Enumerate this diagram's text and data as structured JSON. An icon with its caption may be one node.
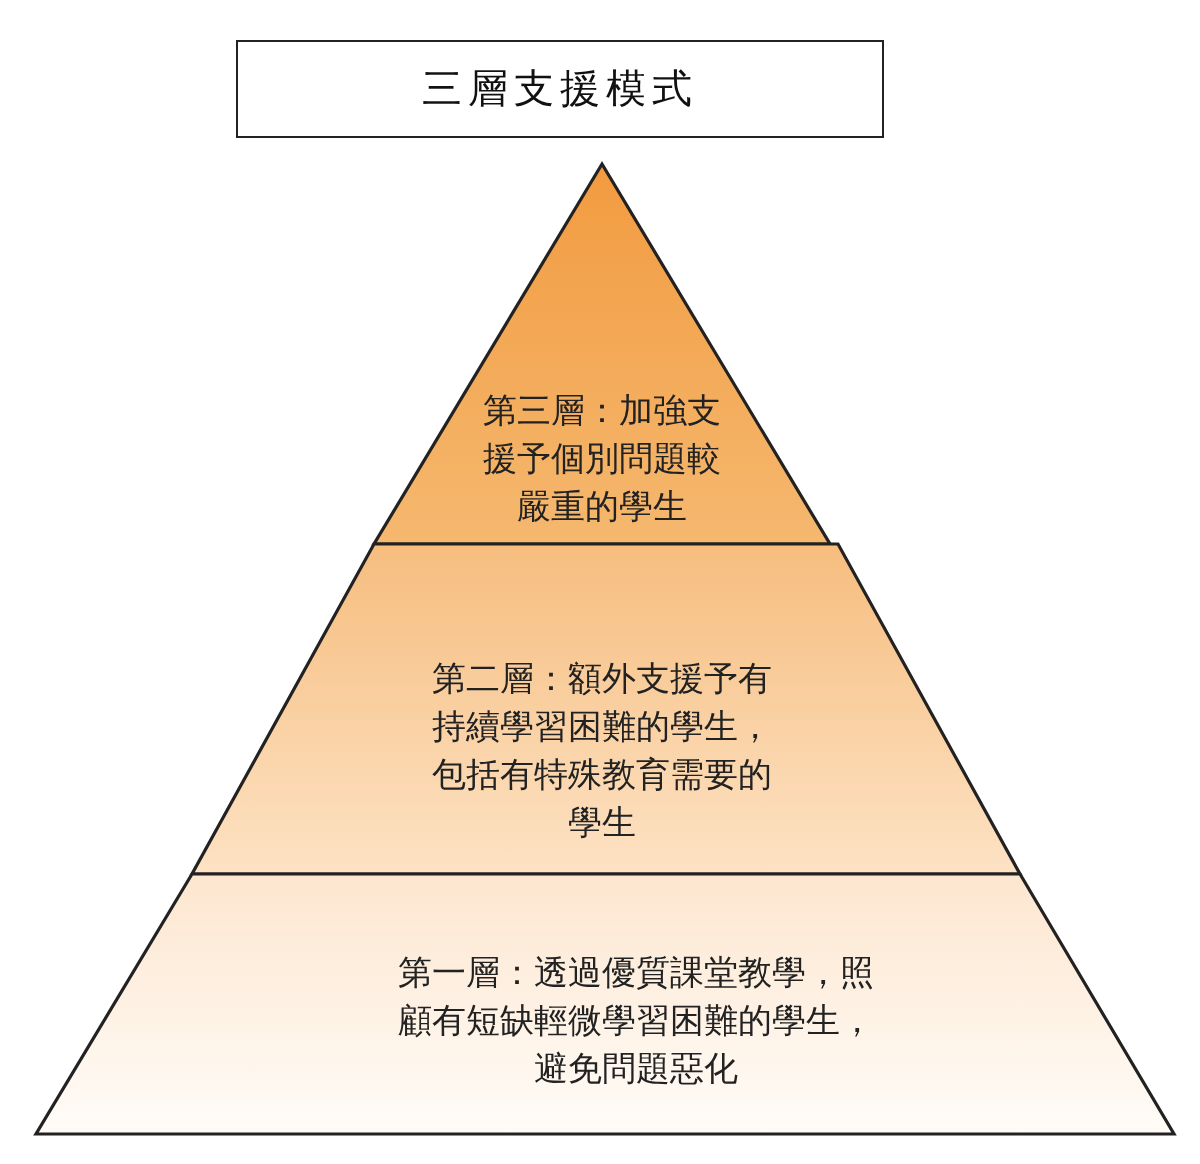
{
  "diagram": {
    "title": "三層支援模式",
    "nodes": [
      {
        "text": [
          "第三層：加強支援予個別問題較嚴重的學生"
        ]
      },
      {
        "text": [
          "第二層：額外支援予有持續學習困難的學生，包括有特殊教育需要的學生"
        ]
      },
      {
        "text": [
          "第一層：透過優質課堂教學，照顧有短缺輕微學習困難的學生，避免問題惡化"
        ]
      }
    ]
  }
}
